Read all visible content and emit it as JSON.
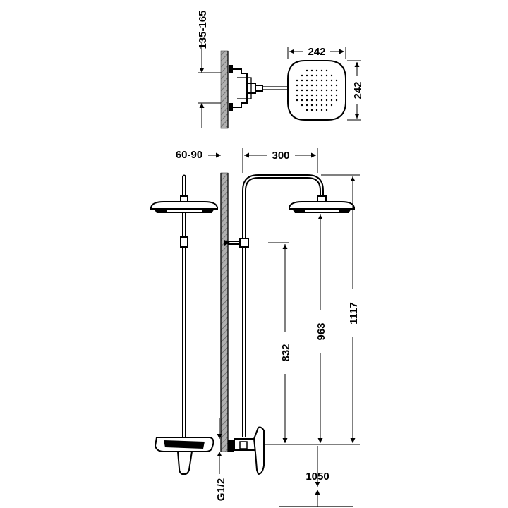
{
  "dimensions": {
    "wall_offset_top": "135-165",
    "shower_head_width": "242",
    "shower_head_depth": "242",
    "wall_distance": "60-90",
    "arm_reach": "300",
    "height_mixer_to_support": "832",
    "height_mixer_to_head": "963",
    "total_height": "1117",
    "floor_height": "1050",
    "connection_thread": "G1/2"
  }
}
